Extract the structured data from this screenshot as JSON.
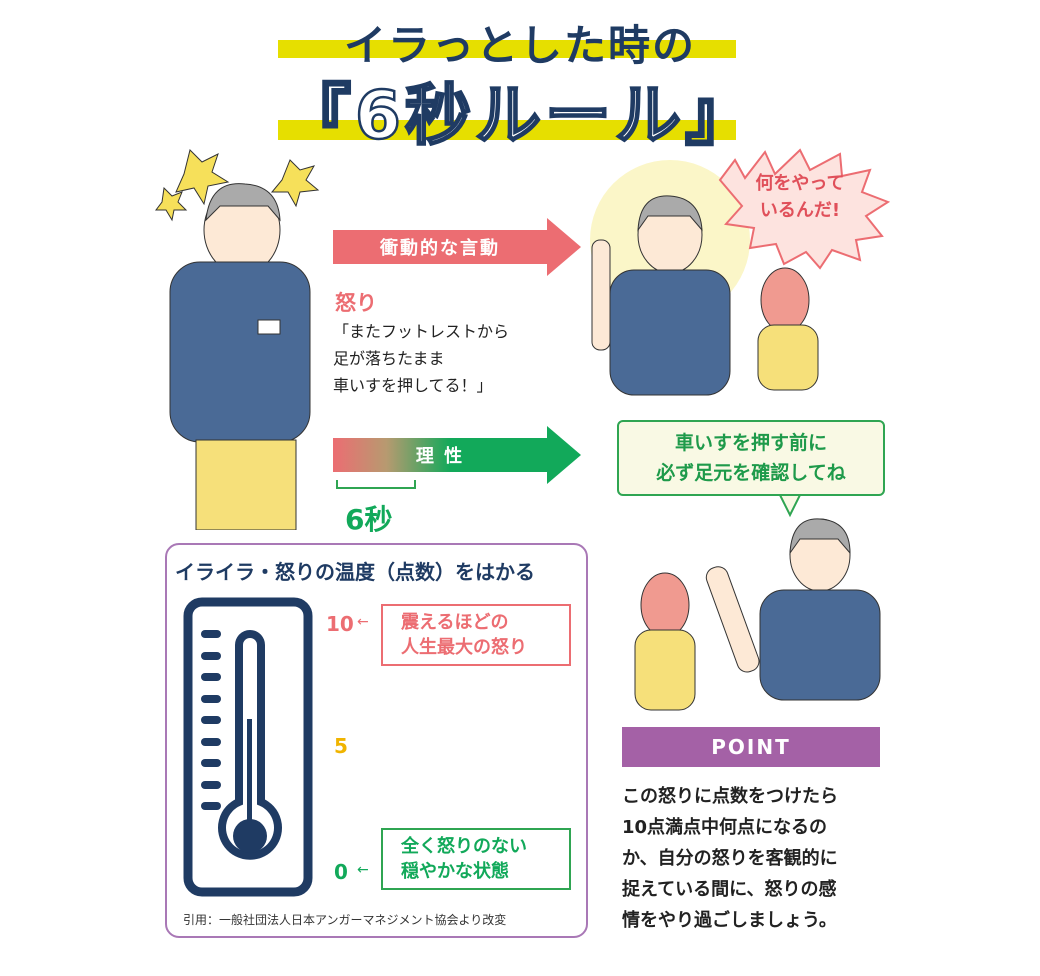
{
  "title": {
    "line1": "イラっとした時の",
    "line2": "『6秒ルール』"
  },
  "arrows": {
    "impulsive": "衝動的な言動",
    "reason": "理 性"
  },
  "anger": {
    "label": "怒り",
    "quote": [
      "「またフットレストから",
      "足が落ちたまま",
      "車いすを押してる！」"
    ]
  },
  "six_seconds": "6秒",
  "shout_bubble": [
    "何をやって",
    "いるんだ!"
  ],
  "calm_bubble": [
    "車いすを押す前に",
    "必ず足元を確認してね"
  ],
  "point": {
    "label": "POINT",
    "text": [
      "この怒りに点数をつけたら",
      "10点満点中何点になるの",
      "か、自分の怒りを客観的に",
      "捉えている間に、怒りの感",
      "情をやり過ごしましょう。"
    ]
  },
  "scale": {
    "title": "イライラ・怒りの温度（点数）をはかる",
    "max": "10",
    "mid": "5",
    "min": "0",
    "max_label": [
      "震えるほどの",
      "人生最大の怒り"
    ],
    "min_label": [
      "全く怒りのない",
      "穏やかな状態"
    ],
    "citation": "引用：一般社団法人日本アンガーマネジメント協会より改変"
  },
  "colors": {
    "navy": "#1f3b63",
    "red": "#ec6d72",
    "green": "#12a95a",
    "yellow": "#e6df00",
    "purple": "#a461a6"
  }
}
